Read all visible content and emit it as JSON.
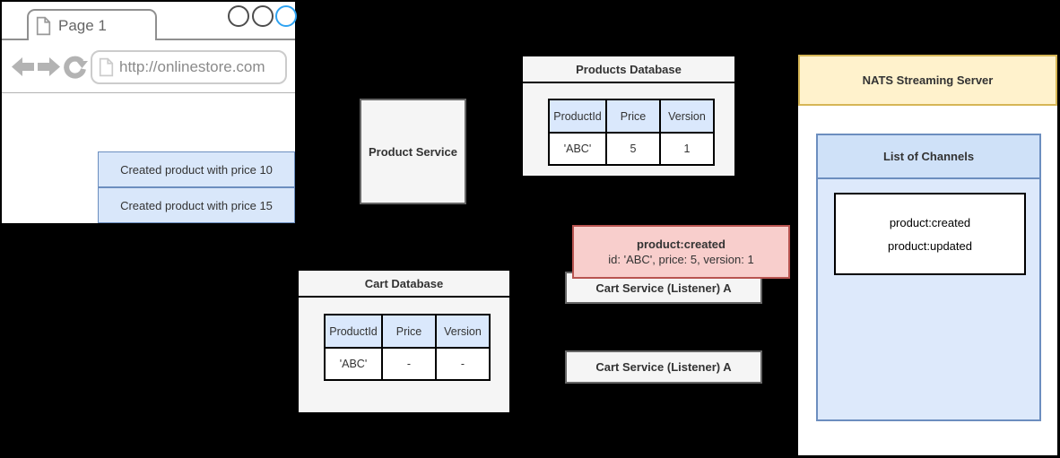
{
  "colors": {
    "background": "#000000",
    "blue_fill": "#dae8fc",
    "blue_border": "#6c8ebf",
    "pink_fill": "#f8cecc",
    "pink_border": "#b85450",
    "yellow_fill": "#fff2cc",
    "yellow_border": "#d6b656",
    "gray_fill": "#f5f5f5",
    "gray_border": "#666666",
    "active_circle_blue": "#2ea3f2"
  },
  "browser": {
    "tab_label": "Page 1",
    "url": "http://onlinestore.com",
    "icons": [
      "page-icon",
      "back-arrow-icon",
      "forward-arrow-icon",
      "refresh-icon"
    ],
    "events": [
      "Created product with price 10",
      "Created product with price 15"
    ]
  },
  "product_service": {
    "label": "Product Service"
  },
  "products_database": {
    "title": "Products Database",
    "table": {
      "headers": [
        "ProductId",
        "Price",
        "Version"
      ],
      "rows": [
        [
          "'ABC'",
          "5",
          "1"
        ]
      ]
    }
  },
  "cart_database": {
    "title": "Cart Database",
    "table": {
      "headers": [
        "ProductId",
        "Price",
        "Version"
      ],
      "rows": [
        [
          "'ABC'",
          "-",
          "-"
        ]
      ]
    }
  },
  "event_message": {
    "title": "product:created",
    "body": "id: 'ABC', price: 5, version: 1"
  },
  "cart_services": [
    "Cart Service (Listener) A",
    "Cart Service (Listener) A"
  ],
  "nats": {
    "title": "NATS Streaming Server",
    "channels_title": "List of Channels",
    "channels": [
      "product:created",
      "product:updated"
    ]
  }
}
